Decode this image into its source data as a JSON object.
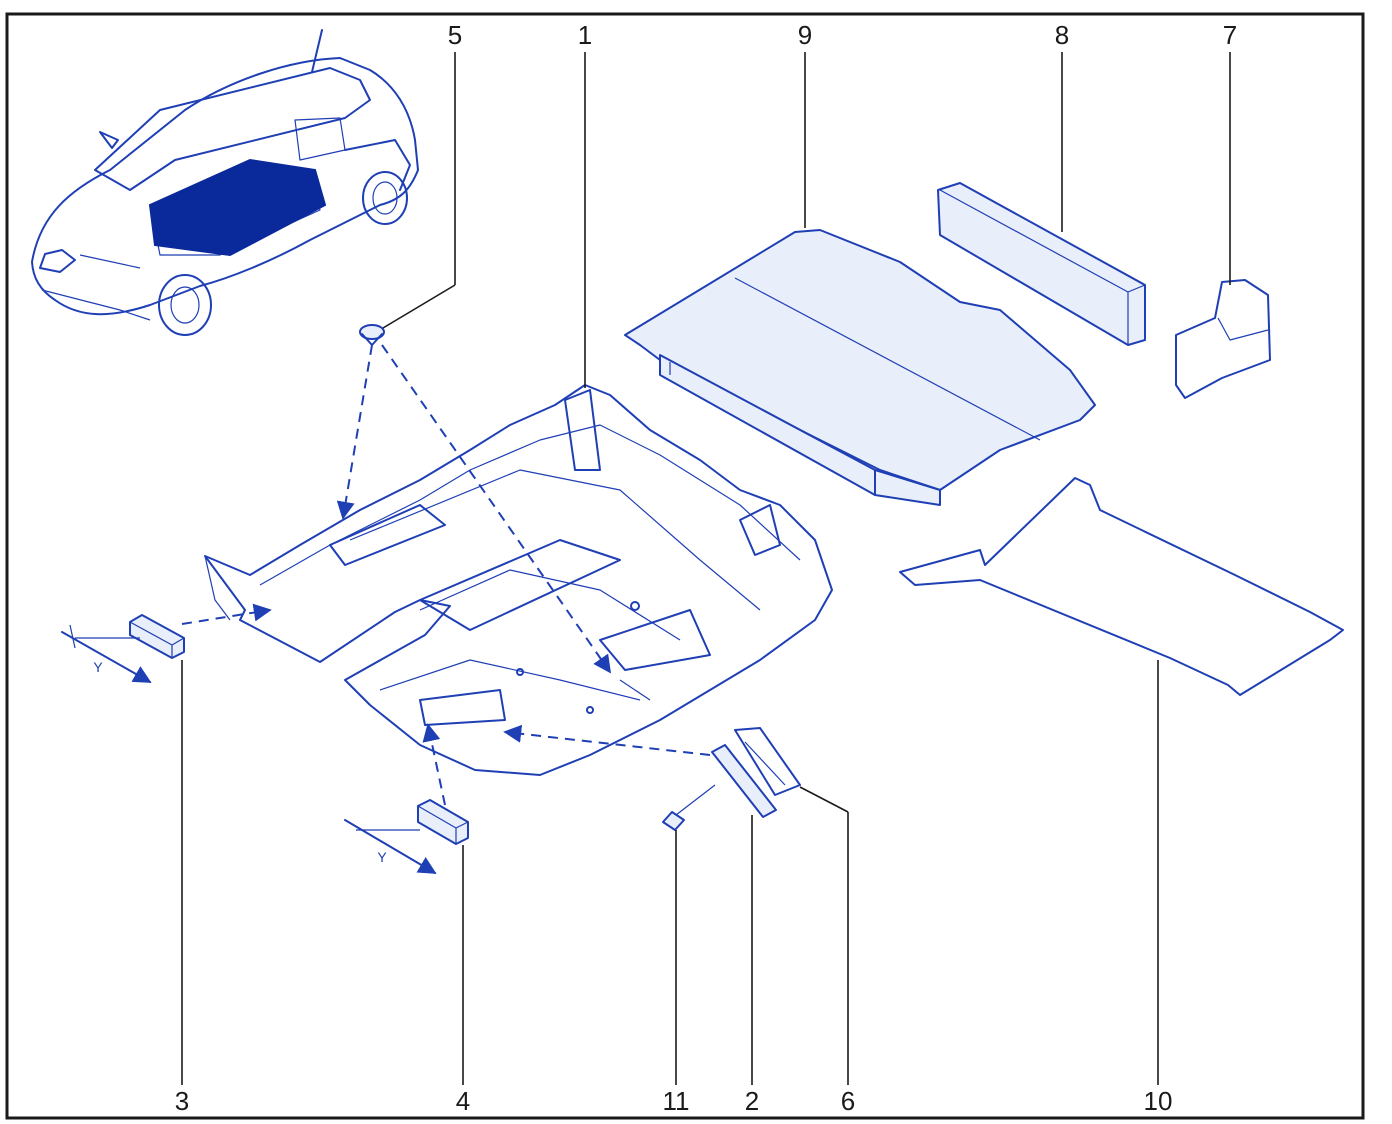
{
  "diagram": {
    "callouts": [
      "1",
      "2",
      "3",
      "4",
      "5",
      "6",
      "7",
      "8",
      "9",
      "10",
      "11"
    ],
    "dimension_label": "Y",
    "colors": {
      "ink": "#1f3fb5",
      "dark_fill": "#0a2a9b",
      "frame": "#1a1a1a"
    }
  }
}
